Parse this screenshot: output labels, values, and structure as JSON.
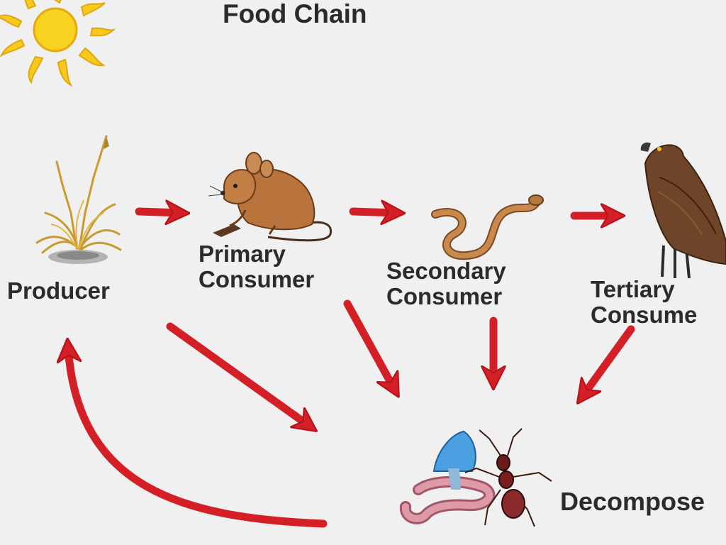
{
  "title": "Food Chain",
  "labels": {
    "producer": "Producer",
    "primary_line1": "Primary",
    "primary_line2": "Consumer",
    "secondary_line1": "Secondary",
    "secondary_line2": "Consumer",
    "tertiary_line1": "Tertiary",
    "tertiary_line2": "Consume",
    "decomposer": "Decompose"
  },
  "colors": {
    "background": "#f1f0f0",
    "arrow": "#d51f26",
    "sun": "#f7c91a",
    "text": "#2b2b2b"
  },
  "icons": [
    "sun-icon",
    "grass-icon",
    "mouse-icon",
    "snake-icon",
    "hawk-icon",
    "worm-icon",
    "mushroom-icon",
    "ant-icon"
  ]
}
